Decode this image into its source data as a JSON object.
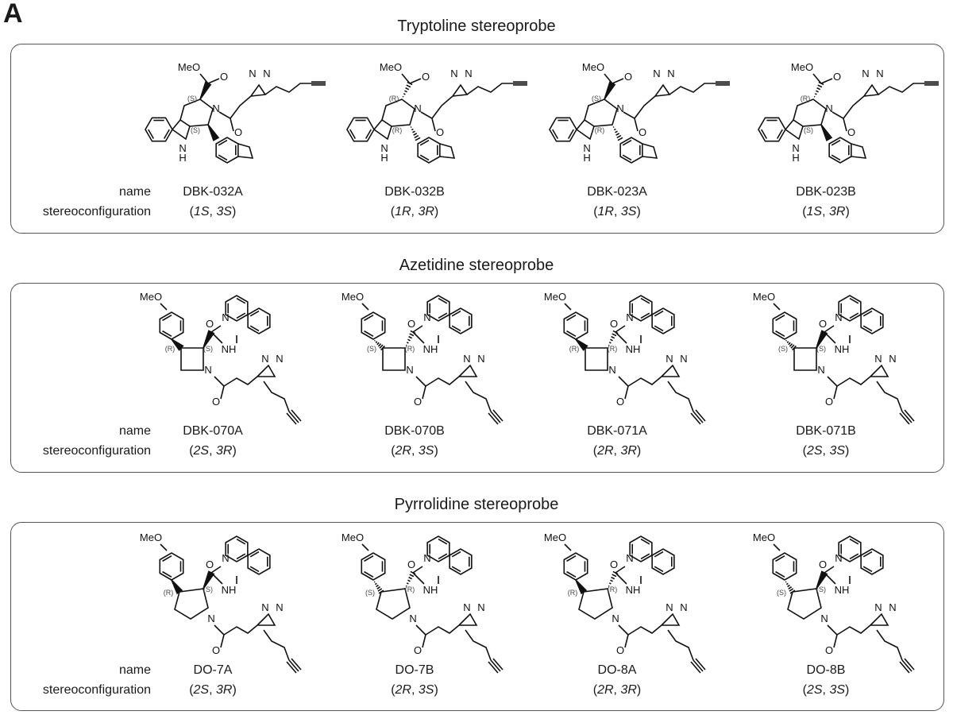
{
  "panel_label": "A",
  "row_labels": {
    "name": "name",
    "stereo": "stereoconfiguration"
  },
  "atoms": {
    "MeO": "MeO",
    "N": "N",
    "H": "H",
    "NH": "NH",
    "O": "O",
    "R": "(R)",
    "S": "(S)"
  },
  "sections": [
    {
      "title": "Tryptoline stereoprobe",
      "probes": [
        {
          "name": "DBK-032A",
          "c1": "1S",
          "c2": "3S"
        },
        {
          "name": "DBK-032B",
          "c1": "1R",
          "c2": "3R"
        },
        {
          "name": "DBK-023A",
          "c1": "1R",
          "c2": "3S"
        },
        {
          "name": "DBK-023B",
          "c1": "1S",
          "c2": "3R"
        }
      ]
    },
    {
      "title": "Azetidine stereoprobe",
      "probes": [
        {
          "name": "DBK-070A",
          "c1": "2S",
          "c2": "3R"
        },
        {
          "name": "DBK-070B",
          "c1": "2R",
          "c2": "3S"
        },
        {
          "name": "DBK-071A",
          "c1": "2R",
          "c2": "3R"
        },
        {
          "name": "DBK-071B",
          "c1": "2S",
          "c2": "3S"
        }
      ]
    },
    {
      "title": "Pyrrolidine stereoprobe",
      "probes": [
        {
          "name": "DO-7A",
          "c1": "2S",
          "c2": "3R"
        },
        {
          "name": "DO-7B",
          "c1": "2R",
          "c2": "3S"
        },
        {
          "name": "DO-8A",
          "c1": "2R",
          "c2": "3R"
        },
        {
          "name": "DO-8B",
          "c1": "2S",
          "c2": "3S"
        }
      ]
    }
  ],
  "structure_stereo_labels": [
    [
      "S",
      "S",
      "R",
      "R",
      "S",
      "R",
      "R",
      "S"
    ],
    [
      "R",
      "S",
      "S",
      "R",
      "R",
      "R",
      "S",
      "S"
    ],
    [
      "R",
      "S",
      "S",
      "R",
      "R",
      "R",
      "S",
      "S"
    ]
  ]
}
